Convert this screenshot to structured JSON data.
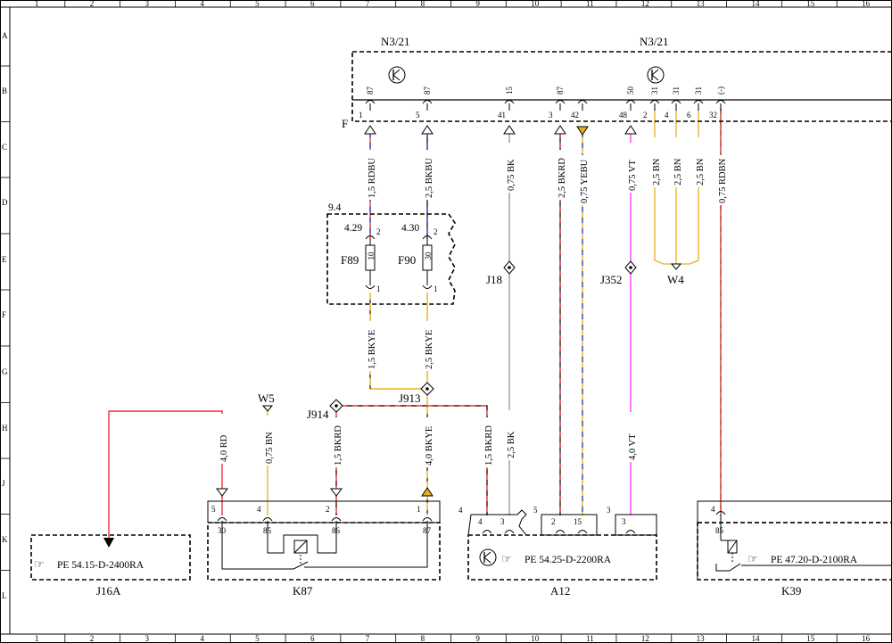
{
  "grid": {
    "columns": [
      "1",
      "2",
      "3",
      "4",
      "5",
      "6",
      "7",
      "8",
      "9",
      "10",
      "11",
      "12",
      "13",
      "14",
      "15",
      "16"
    ],
    "rows": [
      "A",
      "B",
      "C",
      "D",
      "E",
      "F",
      "G",
      "H",
      "J",
      "K",
      "L"
    ]
  },
  "colors": {
    "red": "#e8323a",
    "brown": "#a0522d",
    "blue": "#3a4bd0",
    "yellow": "#e8b020",
    "grey": "#8a8a8a",
    "violet": "#ff40ff",
    "black": "#000000"
  },
  "components": {
    "n3_21_left": "N3/21",
    "n3_21_right": "N3/21",
    "f_label": "F",
    "box_9_4": "9.4",
    "fuse_f89": {
      "name": "F89",
      "ref": "4.29",
      "rating": "10",
      "pin_top": "2",
      "pin_bottom": "1"
    },
    "fuse_f90": {
      "name": "F90",
      "ref": "4.30",
      "rating": "30",
      "pin_top": "2",
      "pin_bottom": "1"
    },
    "j18": "J18",
    "j352": "J352",
    "w4": "W4",
    "w5": "W5",
    "j914": "J914",
    "j913": "J913",
    "j16a": {
      "name": "J16A",
      "ref": "PE 54.15-D-2400RA"
    },
    "k87": {
      "name": "K87",
      "pins": [
        "30",
        "85",
        "86",
        "87"
      ],
      "conn_nums": [
        "5",
        "4",
        "2",
        "1"
      ]
    },
    "a12": {
      "name": "A12",
      "ref": "PE 54.25-D-2200RA",
      "conn_a": "4",
      "conn_b": "5",
      "conn_c": "3",
      "pins": [
        "4",
        "3",
        "2",
        "15",
        "3"
      ]
    },
    "k39": {
      "name": "K39",
      "ref": "PE 47.20-D-2100RA",
      "conn": "4",
      "pin": "85"
    }
  },
  "n3_pins": [
    {
      "top": "87",
      "bottom": "1"
    },
    {
      "top": "87",
      "bottom": "5"
    },
    {
      "top": "15",
      "bottom": "41"
    },
    {
      "top": "87",
      "bottom": "3"
    },
    {
      "top": "",
      "bottom": "42"
    },
    {
      "top": "50",
      "bottom": "48"
    },
    {
      "top": "31",
      "bottom": "2"
    },
    {
      "top": "31",
      "bottom": "4"
    },
    {
      "top": "31",
      "bottom": "6"
    },
    {
      "top": "(-)",
      "bottom": "32"
    }
  ],
  "wire_labels": {
    "w_rdbu": "1,5 RDBU",
    "w_bkbu": "2,5 BKBU",
    "w_bk075": "0,75 BK",
    "w_bkrd25": "2,5 BKRD",
    "w_yebu": "0,75 YEBU",
    "w_vt075": "0,75 VT",
    "w_bn1": "2,5 BN",
    "w_bn2": "2,5 BN",
    "w_bn3": "2,5 BN",
    "w_rdbn": "0,75 RDBN",
    "w_bkye15": "1,5 BKYE",
    "w_bkye25": "2,5 BKYE",
    "w_rd40": "4,0 RD",
    "w_bn075": "0,75 BN",
    "w_bkrd15a": "1,5 BKRD",
    "w_bkye40": "4,0 BKYE",
    "w_bkrd15b": "1,5 BKRD",
    "w_bk25": "2,5 BK",
    "w_vt40": "4,0 VT"
  }
}
